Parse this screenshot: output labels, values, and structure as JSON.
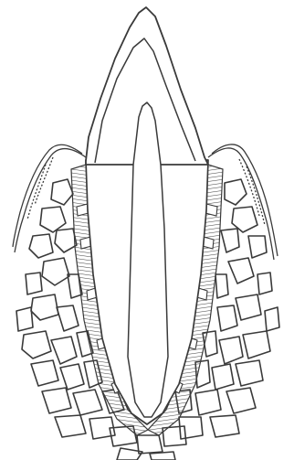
{
  "diagram": {
    "subject": "tooth-in-socket-cross-section",
    "parts": [
      "enamel-crown",
      "dentin",
      "pulp-canal",
      "periodontal-ligament-fibers",
      "gingiva",
      "alveolar-bone-trabeculae"
    ]
  },
  "colors": {
    "ink": "#3a3a3a",
    "paper": "#ffffff",
    "hatch": "#4a4a4a"
  }
}
